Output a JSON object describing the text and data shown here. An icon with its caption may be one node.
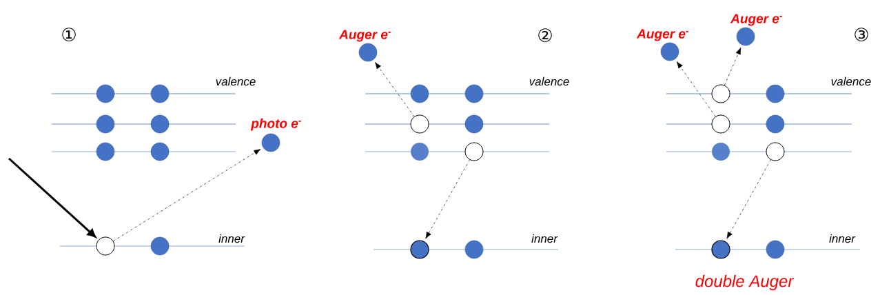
{
  "diagram": {
    "nodes": [
      {
        "text": [],
        "shape": "circle"
      },
      {
        "text": [],
        "shape": "circle"
      },
      {
        "text": [],
        "shape": "circle"
      },
      {
        "text": [],
        "shape": "circle"
      },
      {
        "text": [],
        "shape": "circle"
      },
      {
        "text": [],
        "shape": "circle"
      },
      {
        "text": [
          "photo e$^{-}$"
        ]
      },
      {
        "text": [],
        "shape": "circle"
      },
      {
        "text": [],
        "shape": "circle"
      },
      {
        "text": [
          "Auger e$^{-}$"
        ]
      },
      {
        "text": [],
        "shape": "circle"
      },
      {
        "text": [],
        "shape": "circle"
      },
      {
        "text": [],
        "shape": "circle"
      },
      {
        "text": [],
        "shape": "circle"
      },
      {
        "text": [],
        "shape": "circle"
      },
      {
        "text": [],
        "shape": "circle"
      },
      {
        "text": [],
        "shape": "circle"
      },
      {
        "text": [],
        "shape": "circle"
      },
      {
        "text": [
          "Auger e$^{-}$"
        ]
      },
      {
        "text": [
          "Auger e$^{-}$"
        ]
      },
      {
        "text": [],
        "shape": "circle"
      },
      {
        "text": [],
        "shape": "circle"
      },
      {
        "text": [],
        "shape": "circle"
      },
      {
        "text": [],
        "shape": "circle"
      },
      {
        "text": [],
        "shape": "circle"
      },
      {
        "text": [],
        "shape": "circle"
      },
      {
        "text": [],
        "shape": "circle"
      },
      {
        "text": [],
        "shape": "circle"
      }
    ],
    "edges": [
      {
        "from": null,
        "to": 7,
        "arrow": "to",
        "style": "thick"
      },
      {
        "from": 7,
        "to": 6,
        "arrow": "to",
        "style": "dashed"
      },
      {
        "from": 12,
        "to": 9,
        "arrow": "to",
        "style": "dashed"
      },
      {
        "from": 15,
        "to": 16,
        "arrow": "to",
        "style": "dashed"
      },
      {
        "from": 22,
        "to": 18,
        "arrow": "to",
        "style": "dashed"
      },
      {
        "from": 20,
        "to": 19,
        "arrow": "to",
        "style": "dashed"
      },
      {
        "from": 25,
        "to": 26,
        "arrow": "to",
        "style": "dashed"
      }
    ],
    "labels": [
      "①",
      "valence",
      "inner",
      "②",
      "valence",
      "inner",
      "③",
      "valence",
      "inner",
      "double Auger"
    ]
  }
}
